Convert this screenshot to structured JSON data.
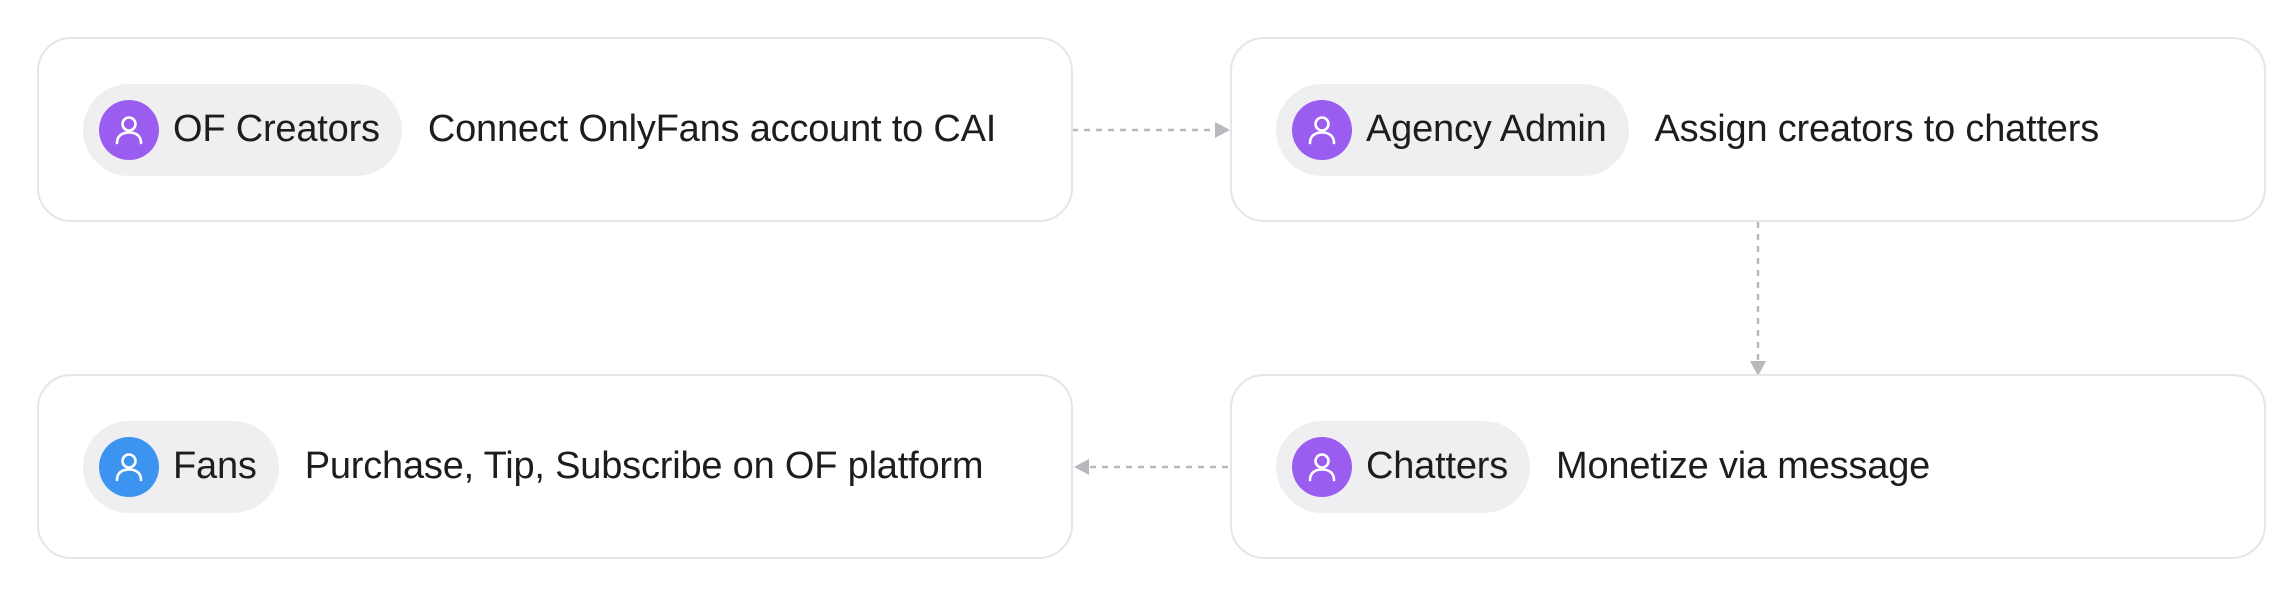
{
  "colors": {
    "purple": "#9b5cf0",
    "blue": "#3d94f0",
    "connector": "#b9b9bd",
    "card_border": "#e6e6e8",
    "pill_bg": "#efeff1"
  },
  "nodes": [
    {
      "id": "of-creators",
      "role": "OF Creators",
      "description": "Connect OnlyFans account to CAI",
      "icon": "user-icon",
      "avatar_color": "#9b5cf0"
    },
    {
      "id": "agency-admin",
      "role": "Agency Admin",
      "description": "Assign creators to chatters",
      "icon": "user-icon",
      "avatar_color": "#9b5cf0"
    },
    {
      "id": "fans",
      "role": "Fans",
      "description": "Purchase, Tip, Subscribe on OF platform",
      "icon": "user-icon",
      "avatar_color": "#3d94f0"
    },
    {
      "id": "chatters",
      "role": "Chatters",
      "description": "Monetize via message",
      "icon": "user-icon",
      "avatar_color": "#9b5cf0"
    }
  ],
  "edges": [
    {
      "from": "of-creators",
      "to": "agency-admin",
      "style": "dashed"
    },
    {
      "from": "agency-admin",
      "to": "chatters",
      "style": "dashed"
    },
    {
      "from": "chatters",
      "to": "fans",
      "style": "dashed"
    }
  ]
}
